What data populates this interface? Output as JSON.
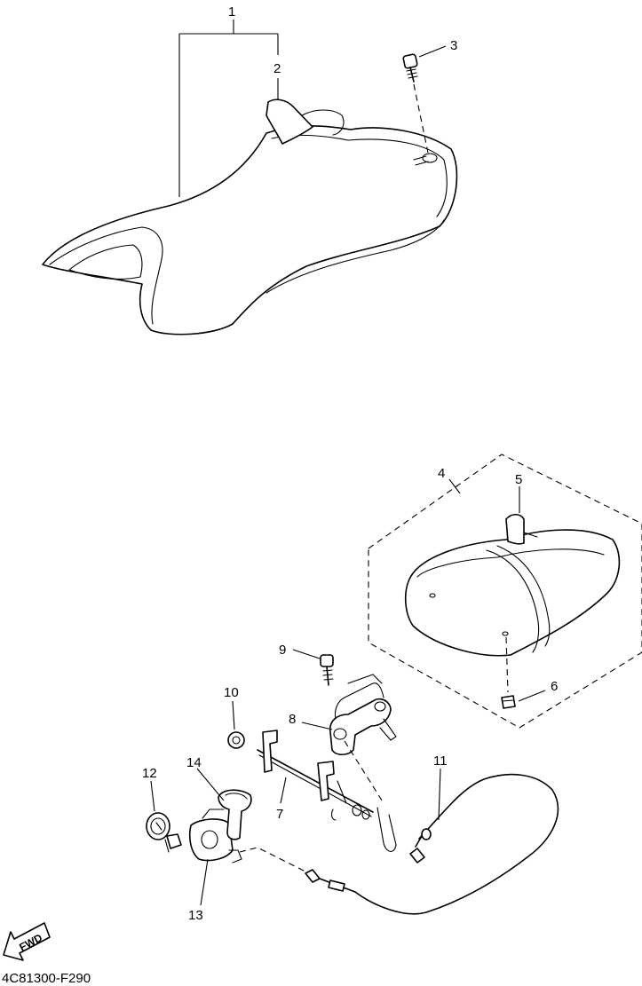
{
  "diagram": {
    "callouts": [
      "1",
      "2",
      "3",
      "4",
      "5",
      "6",
      "7",
      "8",
      "9",
      "10",
      "11",
      "12",
      "13",
      "14"
    ],
    "fwd_label": "FWD",
    "part_code": "4C81300-F290"
  }
}
